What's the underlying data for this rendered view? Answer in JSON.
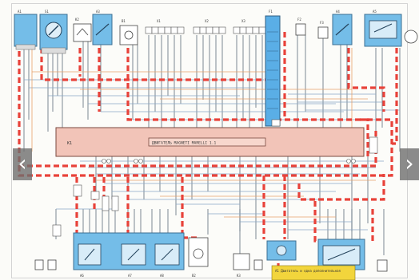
{
  "controls": {
    "prev_label": "‹",
    "next_label": "›"
  },
  "labels": {
    "ecu_id": "K1",
    "ecu_caption": "ДВИГАТЕЛЬ MAGNETI MARELLI 1.1",
    "bottom_note": "A1 Двигатель и одна дополнительная"
  },
  "colors": {
    "wire_dashed": "#e8423a",
    "module_fill": "#74bde8",
    "ecu_fill": "#f2c4b8",
    "note_fill": "#f2d53c"
  }
}
